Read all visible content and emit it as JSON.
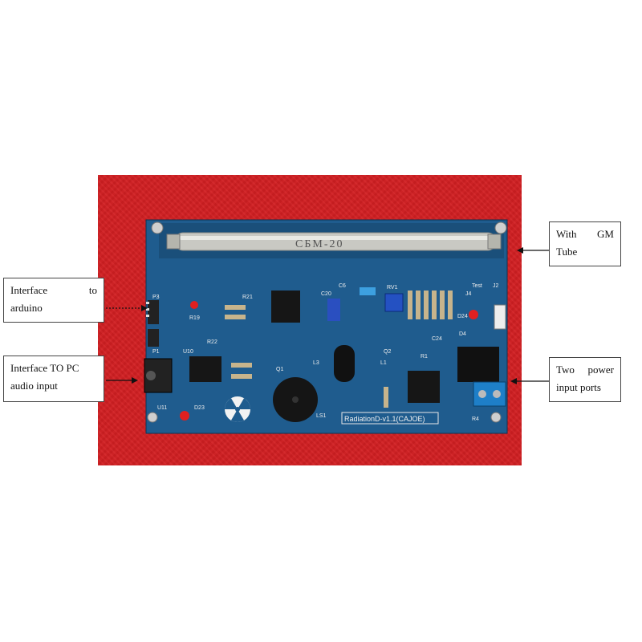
{
  "callouts": {
    "arduino": {
      "line1_left": "Interface",
      "line1_right": "to",
      "line2": "arduino"
    },
    "pc_audio": {
      "line1": "Interface TO PC",
      "line2": "audio input"
    },
    "gm_tube": {
      "line1_left": "With",
      "line1_right": "GM",
      "line2": "Tube"
    },
    "power": {
      "line1_left": "Two",
      "line1_right": "power",
      "line2": "input ports"
    }
  },
  "board": {
    "label": "RadiationD-v1.1(CAJOE)",
    "tube_text": "СБМ-20",
    "silkscreen": {
      "p3": "P3",
      "p1": "P1",
      "u10": "U10",
      "u11": "U11",
      "d23": "D23",
      "r19": "R19",
      "r22": "R22",
      "r21": "R21",
      "c20": "C20",
      "c6": "C6",
      "c24": "C24",
      "d24": "D24",
      "d4": "D4",
      "j4": "J4",
      "j2": "J2",
      "test": "Test",
      "ls1": "LS1",
      "l1": "L1",
      "l3": "L3",
      "q1": "Q1",
      "q2": "Q2",
      "r1": "R1",
      "r4": "R4",
      "rv1": "RV1"
    }
  },
  "colors": {
    "background": "#d21f22",
    "pcb": "#1d5a8c",
    "callout_border": "#444444"
  }
}
